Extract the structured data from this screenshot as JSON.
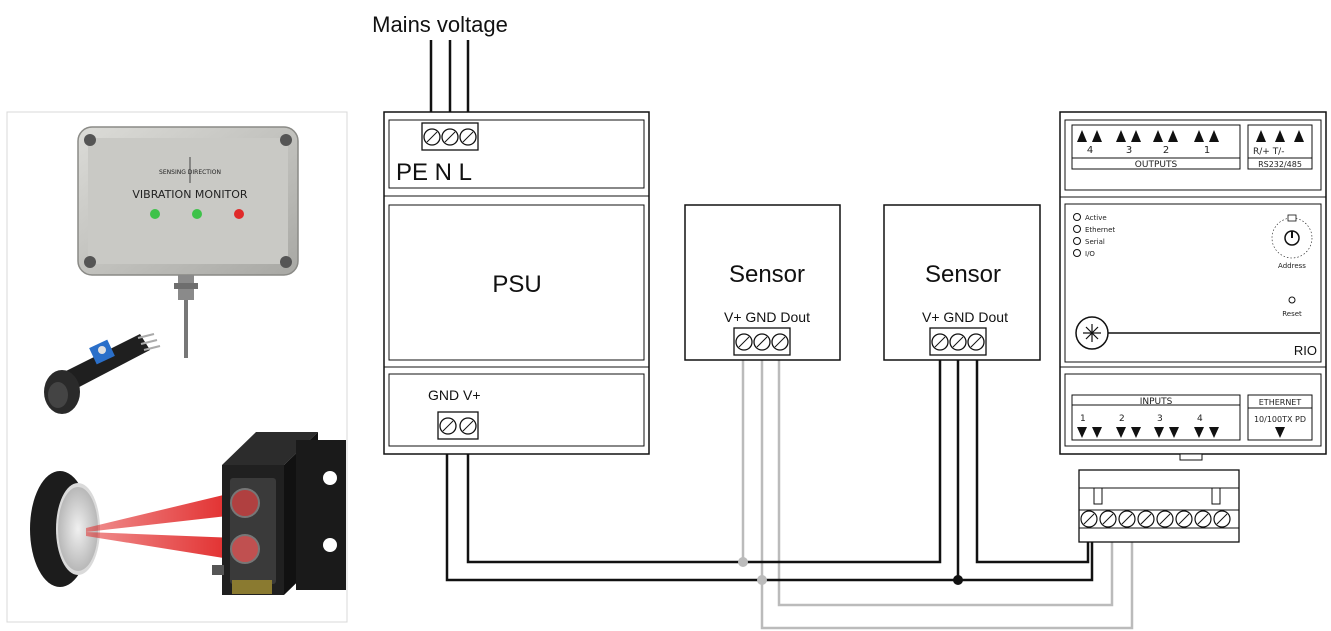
{
  "mains": {
    "label": "Mains voltage"
  },
  "psu": {
    "input_terminals": "PE N L",
    "title": "PSU",
    "output_terminals": "GND V+"
  },
  "sensors": [
    {
      "title": "Sensor",
      "terminals": "V+ GND Dout"
    },
    {
      "title": "Sensor",
      "terminals": "V+ GND Dout"
    }
  ],
  "rio": {
    "outputs_label": "OUTPUTS",
    "output_groups": [
      "4",
      "3",
      "2",
      "1"
    ],
    "serial_pins": "R/+  T/-",
    "serial_label": "RS232/485",
    "leds": [
      "Active",
      "Ethernet",
      "Serial",
      "I/O"
    ],
    "address_label": "Address",
    "reset_label": "Reset",
    "name": "RIO",
    "inputs_label": "INPUTS",
    "input_pins": [
      "1",
      "2",
      "3",
      "4"
    ],
    "ethernet_label": "ETHERNET",
    "ethernet_sub": "10/100TX PD"
  },
  "photos": {
    "vibration_monitor_text": "VIBRATION MONITOR",
    "sensing_direction_text": "SENSING DIRECTION",
    "vibration_leds": [
      "#3ec24a",
      "#3ec24a",
      "#e02a2a"
    ]
  },
  "colors": {
    "wire_black": "#111111",
    "wire_grey": "#bbbbbb",
    "beam": "#e02020"
  }
}
